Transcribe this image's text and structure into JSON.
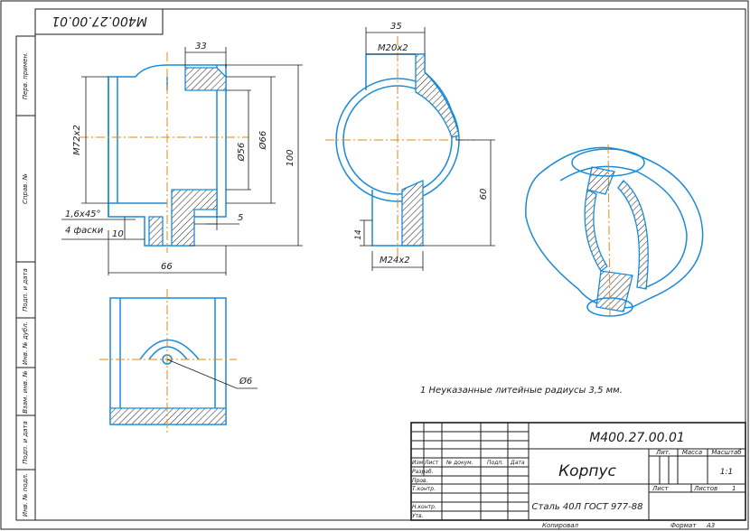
{
  "drawing": {
    "code_mirrored": "M400.27.00.01"
  },
  "margin": {
    "perv_primen": "Перв. примен.",
    "sprav_n": "Справ. №",
    "podp_data": "Подп. и дата",
    "inv_dubl": "Инв. № дубл.",
    "vzam_inv": "Взам. инв. №",
    "inv_podl": "Инв. № подл."
  },
  "dimensions": {
    "d33": "33",
    "m72x2": "M72x2",
    "phi56": "Ø56",
    "phi66": "Ø66",
    "d100": "100",
    "d5": "5",
    "d66": "66",
    "chamfer": "1,6x45°",
    "chamfer_count": "4 фаски",
    "d10": "10",
    "d35": "35",
    "m20x2": "M20x2",
    "d60": "60",
    "d14": "14",
    "m24x2": "M24x2",
    "phi6": "Ø6"
  },
  "notes": {
    "casting_radius": "1 Неуказанные литейные радиусы 3,5 мм."
  },
  "title_block": {
    "doc_code": "M400.27.00.01",
    "part_name": "Корпус",
    "material": "Сталь 40Л ГОСТ 977-88",
    "headers": {
      "izm": "Изм",
      "list": "Лист",
      "n_dokum": "№ докум.",
      "podp": "Подп.",
      "data": "Дата"
    },
    "rows": {
      "razrab": "Разраб.",
      "prov": "Пров.",
      "t_kontr": "Т.контр.",
      "n_kontr": "Н.контр.",
      "utv": "Утв."
    },
    "lit_label": "Лит.",
    "massa_label": "Масса",
    "masshtab_label": "Масштаб",
    "scale": "1:1",
    "list_label": "Лист",
    "listov_label": "Листов",
    "listov": "1"
  },
  "footer": {
    "kopiroval": "Копировал",
    "format": "Формат",
    "format_value": "A3"
  }
}
